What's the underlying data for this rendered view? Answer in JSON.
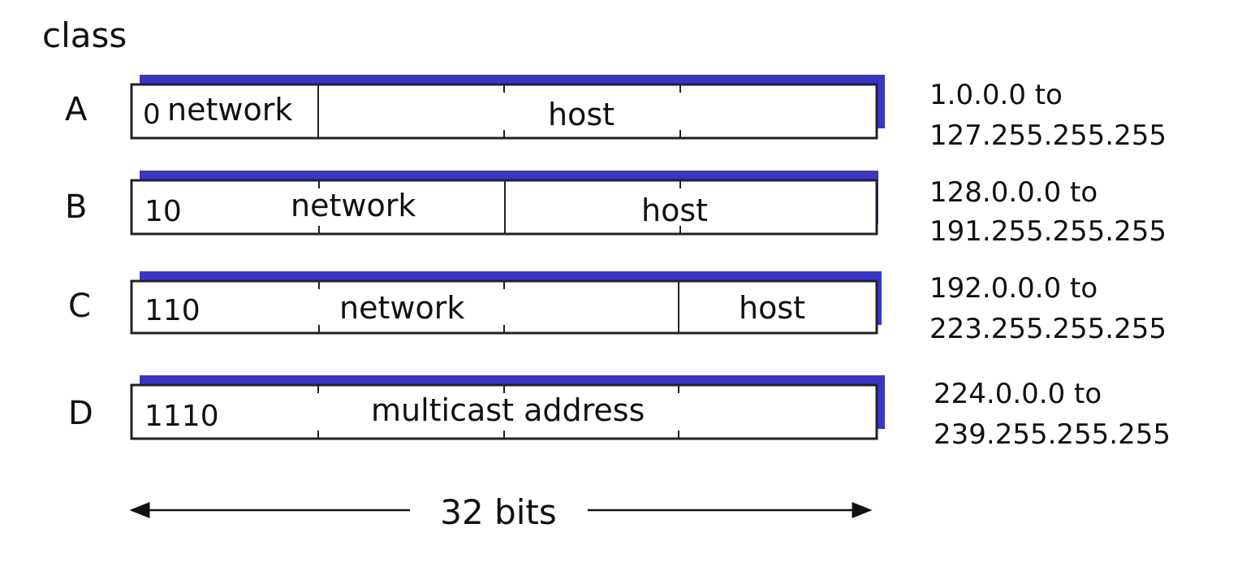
{
  "heading": "class",
  "colors": {
    "accent": "#3a36c4",
    "line": "#222222",
    "text": "#111111"
  },
  "classes": [
    {
      "letter": "A",
      "prefix": "0",
      "fields": [
        "network",
        "host"
      ],
      "range_start": "1.0.0.0 to",
      "range_end": "127.255.255.255"
    },
    {
      "letter": "B",
      "prefix": "10",
      "fields": [
        "network",
        "host"
      ],
      "range_start": "128.0.0.0 to",
      "range_end": "191.255.255.255"
    },
    {
      "letter": "C",
      "prefix": "110",
      "fields": [
        "network",
        "host"
      ],
      "range_start": "192.0.0.0 to",
      "range_end": "223.255.255.255"
    },
    {
      "letter": "D",
      "prefix": "1110",
      "fields": [
        "multicast address"
      ],
      "range_start": "224.0.0.0 to",
      "range_end": "239.255.255.255"
    }
  ],
  "width_label": "32 bits"
}
